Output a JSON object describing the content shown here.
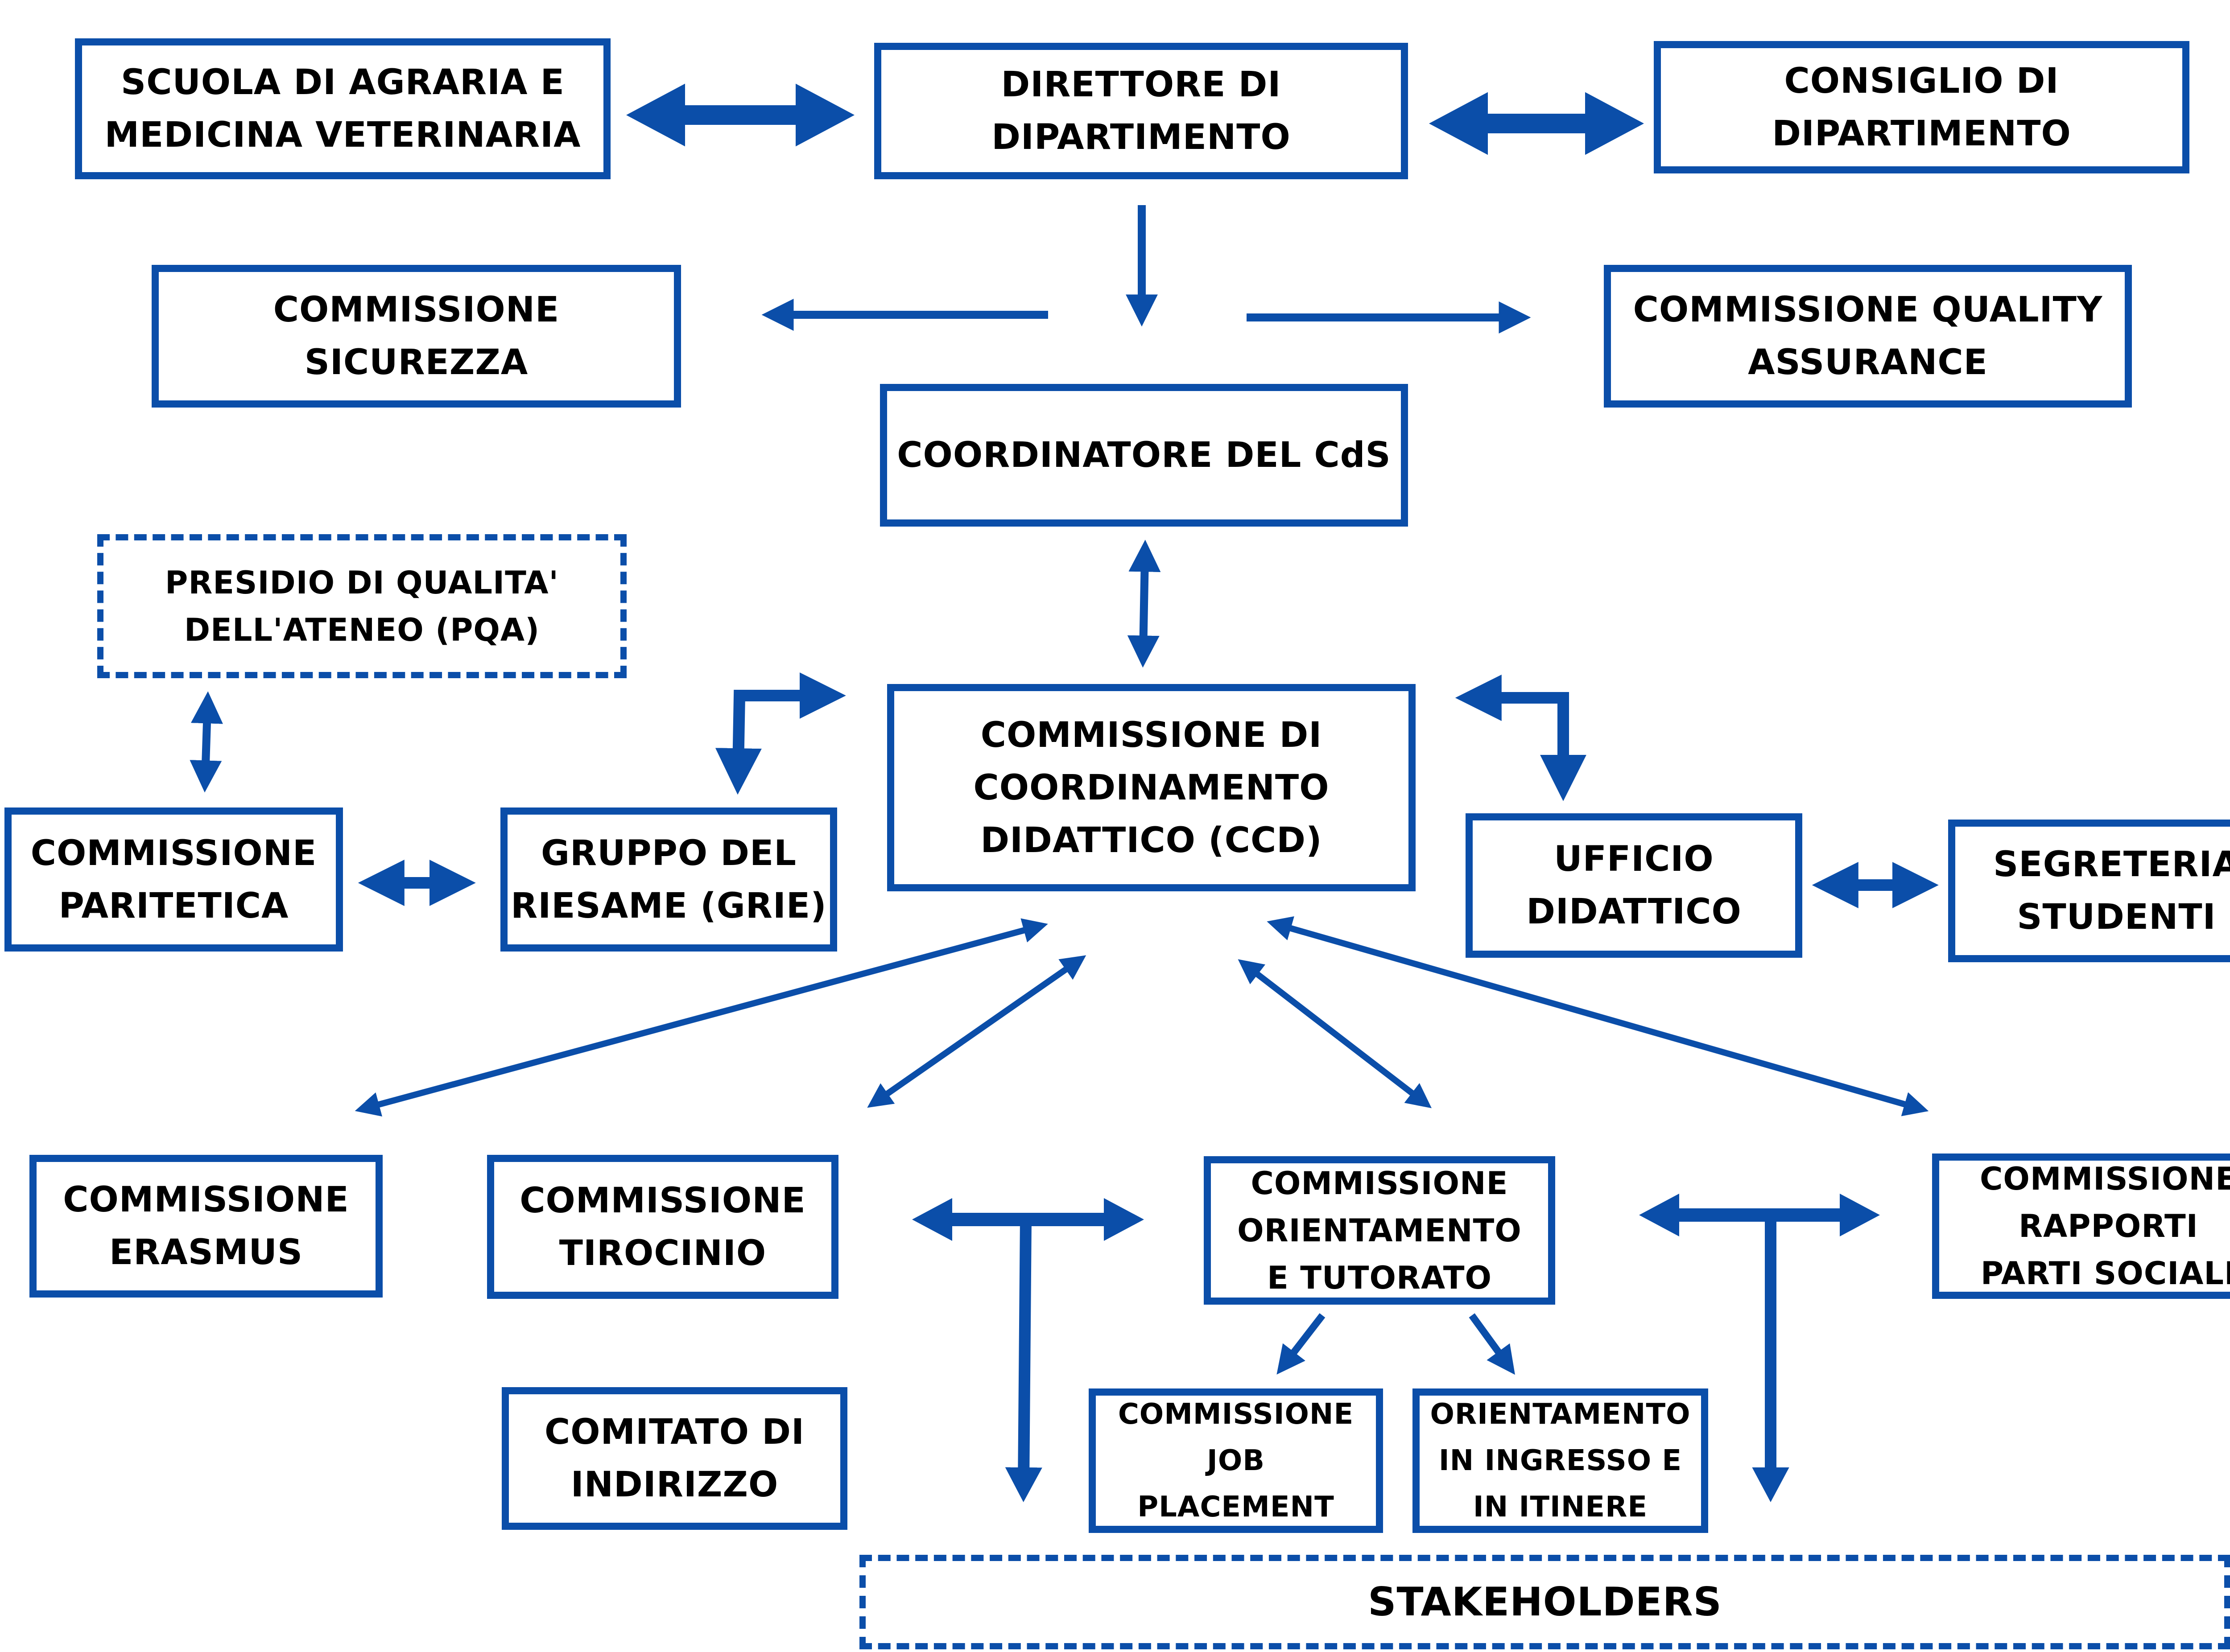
{
  "diagram": {
    "accent_color": "#0b4ea9",
    "nodes": {
      "scuola": "SCUOLA DI AGRARIA E\nMEDICINA VETERINARIA",
      "direttore": "DIRETTORE DI\nDIPARTIMENTO",
      "consiglio": "CONSIGLIO DI\nDIPARTIMENTO",
      "sicurezza": "COMMISSIONE\nSICUREZZA",
      "quality": "COMMISSIONE QUALITY\nASSURANCE",
      "coordinatore": "COORDINATORE DEL CdS",
      "pqa": "PRESIDIO DI QUALITA'\nDELL'ATENEO (PQA)",
      "ccd": "COMMISSIONE DI\nCOORDINAMENTO\nDIDATTICO (CCD)",
      "paritetica": "COMMISSIONE\nPARITETICA",
      "grie": "GRUPPO DEL\nRIESAME (GRIE)",
      "ufficio": "UFFICIO\nDIDATTICO",
      "segreteria": "SEGRETERIA\nSTUDENTI",
      "erasmus": "COMMISSIONE\nERASMUS",
      "tirocinio": "COMMISSIONE\nTIROCINIO",
      "orientamento": "COMMISSIONE\nORIENTAMENTO\nE TUTORATO",
      "rapporti": "COMMISSIONE\nRAPPORTI\nPARTI SOCIALI",
      "comitato": "COMITATO DI\nINDIRIZZO",
      "job": "COMMISSIONE\nJOB\nPLACEMENT",
      "ingresso": "ORIENTAMENTO\nIN INGRESSO E\nIN ITINERE",
      "stakeholders": "STAKEHOLDERS"
    },
    "edges": [
      {
        "from": "scuola",
        "to": "direttore",
        "type": "bidirectional"
      },
      {
        "from": "direttore",
        "to": "consiglio",
        "type": "bidirectional"
      },
      {
        "from": "direttore",
        "to": "coordinatore",
        "type": "directed"
      },
      {
        "from": "direttore",
        "to": "sicurezza",
        "type": "directed"
      },
      {
        "from": "direttore",
        "to": "quality",
        "type": "directed"
      },
      {
        "from": "coordinatore",
        "to": "ccd",
        "type": "bidirectional"
      },
      {
        "from": "pqa",
        "to": "paritetica",
        "type": "bidirectional"
      },
      {
        "from": "paritetica",
        "to": "grie",
        "type": "bidirectional"
      },
      {
        "from": "grie",
        "to": "ccd",
        "type": "bidirectional"
      },
      {
        "from": "ccd",
        "to": "ufficio",
        "type": "bidirectional"
      },
      {
        "from": "ufficio",
        "to": "segreteria",
        "type": "bidirectional"
      },
      {
        "from": "ccd",
        "to": "erasmus",
        "type": "bidirectional"
      },
      {
        "from": "ccd",
        "to": "tirocinio",
        "type": "bidirectional"
      },
      {
        "from": "ccd",
        "to": "orientamento",
        "type": "bidirectional"
      },
      {
        "from": "ccd",
        "to": "rapporti",
        "type": "bidirectional"
      },
      {
        "from": "tirocinio",
        "to": "orientamento",
        "type": "bidirectional"
      },
      {
        "from": "orientamento",
        "to": "rapporti",
        "type": "bidirectional"
      },
      {
        "from": "tirocinio-orientamento-link",
        "to": "stakeholders",
        "type": "directed"
      },
      {
        "from": "orientamento-rapporti-link",
        "to": "stakeholders",
        "type": "directed"
      },
      {
        "from": "orientamento",
        "to": "job",
        "type": "directed"
      },
      {
        "from": "orientamento",
        "to": "ingresso",
        "type": "directed"
      }
    ]
  }
}
